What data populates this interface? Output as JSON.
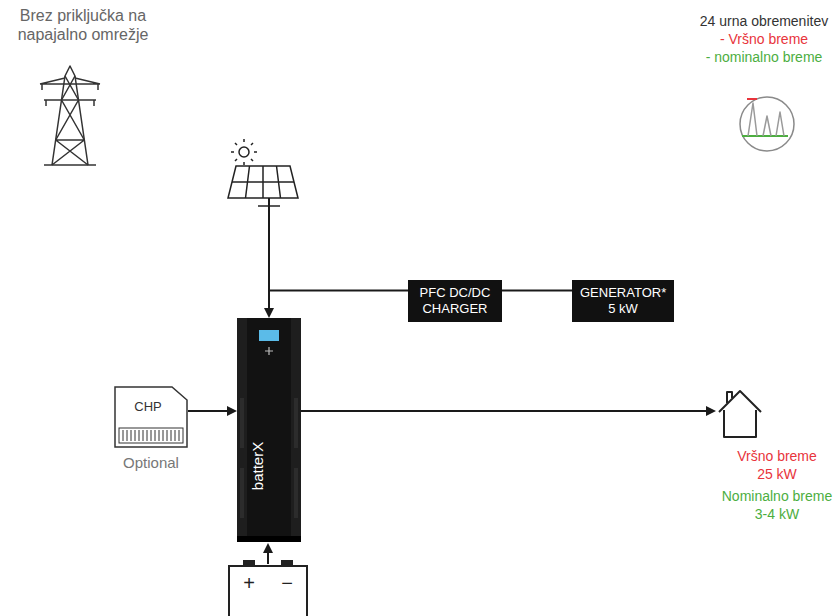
{
  "diagram": {
    "nodes": [
      {
        "text": [
          "PFC DC/DC CHARGER"
        ]
      },
      {
        "text": [
          "GENERATOR*",
          "5 kW"
        ]
      },
      {
        "text": [
          "CHP",
          "Optional"
        ]
      },
      {
        "text": [
          "batterX"
        ]
      },
      {
        "text": [
          "Vršno breme 25 kW",
          "Nominalno breme 3-4 kW"
        ]
      }
    ],
    "edges": [
      {
        "from": 0,
        "to": 3,
        "arrow": "to"
      },
      {
        "from": 1,
        "to": 0,
        "arrow": "none"
      },
      {
        "from": 2,
        "to": 3,
        "arrow": "to"
      },
      {
        "from": 3,
        "to": 4,
        "arrow": "to"
      }
    ],
    "labels": [
      "Brez priključka na napajalno omrežje",
      "24 urna obremenitev",
      "- Vršno breme",
      "- nominalno breme",
      "+",
      "−"
    ]
  }
}
